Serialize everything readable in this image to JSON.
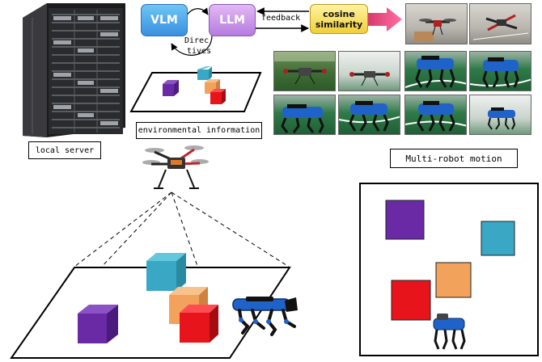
{
  "labels": {
    "vlm": "VLM",
    "llm": "LLM",
    "feedback": "feedback",
    "directives": "Directives",
    "cosine_line1": "cosine",
    "cosine_line2": "similarity",
    "environmental_information": "environmental information",
    "local_server": "local server",
    "multi_robot_motion": "Multi-robot motion"
  },
  "directives_lines": [
    "Direc",
    "tives"
  ],
  "colors": {
    "purple": "#6a2aa6",
    "teal": "#3aa8c4",
    "orange": "#f2a25a",
    "red": "#e8141c",
    "robot_blue": "#1f63c9",
    "arrow_pink": "#e8457a"
  },
  "icons": {
    "server": "server-rack-icon",
    "drone": "quadcopter-drone-icon",
    "robot_dog": "quadruped-robot-icon"
  },
  "photo_grid": {
    "rows": [
      [
        "drone-indoor-photo",
        "drone-indoor-photo"
      ],
      [
        "drone-field-photo",
        "drone-field-photo",
        "robot-dog-turf-photo",
        "robot-dog-turf-photo"
      ],
      [
        "robot-dog-turf-photo",
        "robot-dog-turf-photo",
        "robot-dog-turf-photo",
        "robot-dog-turf-photo"
      ]
    ]
  }
}
